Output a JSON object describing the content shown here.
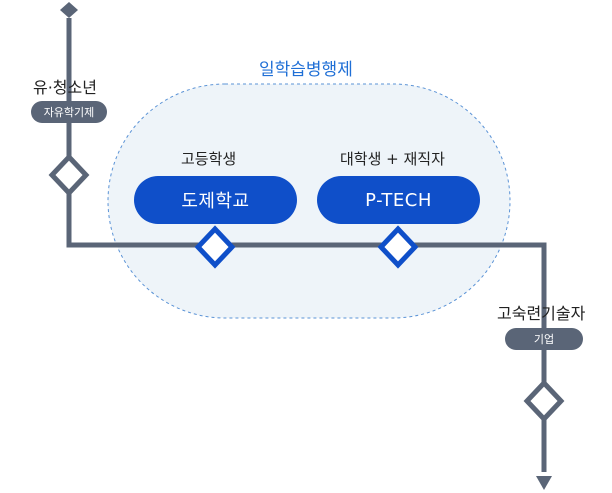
{
  "diagram": {
    "zone_title": "일학습병행제",
    "start": {
      "label": "유·청소년",
      "badge": "자유학기제"
    },
    "stage_high_school": {
      "label": "고등학생",
      "program": "도제학교"
    },
    "stage_university": {
      "label": "대학생 + 재직자",
      "program": "P-TECH"
    },
    "end": {
      "label": "고숙련기술자",
      "badge": "기업"
    }
  },
  "colors": {
    "track": "#5a6577",
    "accent_blue": "#0f4fc9",
    "zone_fill": "#eef4f9",
    "zone_border": "#5b93d6",
    "title_blue": "#1f6fd6"
  },
  "icons": [
    "diamond-icon",
    "arrow-down-icon"
  ]
}
